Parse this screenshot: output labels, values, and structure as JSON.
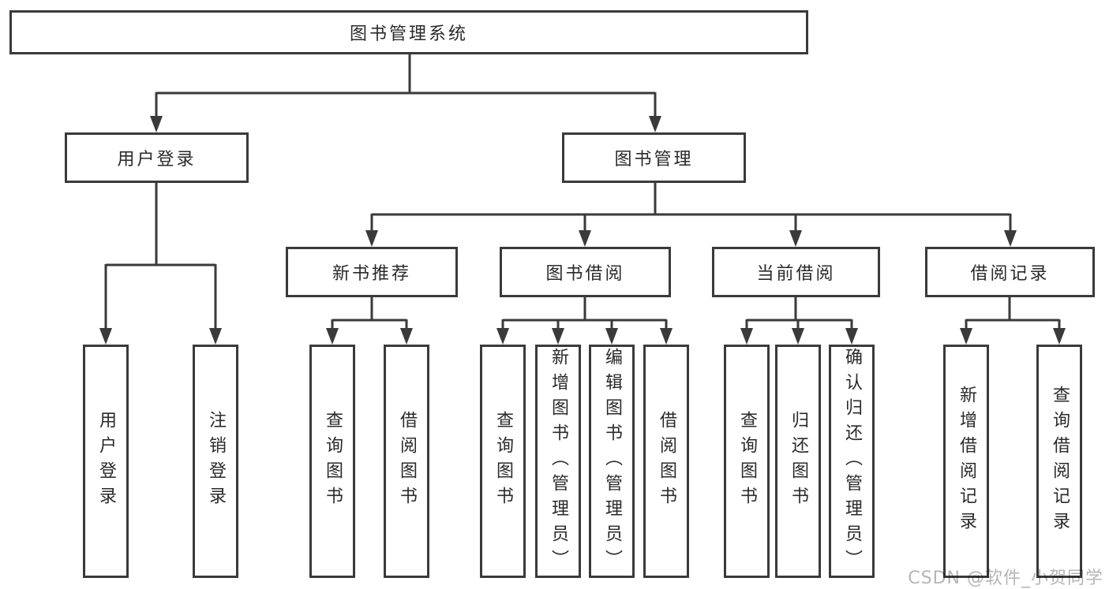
{
  "colors": {
    "line": "#3a3a3a",
    "text": "#2a2a2a",
    "watermark": "#b5b5b5",
    "background": "#ffffff"
  },
  "tree": {
    "root": {
      "label": "图书管理系统"
    },
    "user_branch": {
      "label": "用户登录",
      "children": [
        {
          "label": "用户登录"
        },
        {
          "label": "注销登录"
        }
      ]
    },
    "management_branch": {
      "label": "图书管理",
      "groups": [
        {
          "label": "新书推荐",
          "children": [
            {
              "label": "查询图书"
            },
            {
              "label": "借阅图书"
            }
          ]
        },
        {
          "label": "图书借阅",
          "children": [
            {
              "label": "查询图书"
            },
            {
              "label": "新增图书（管理员）"
            },
            {
              "label": "编辑图书（管理员）"
            },
            {
              "label": "借阅图书"
            }
          ]
        },
        {
          "label": "当前借阅",
          "children": [
            {
              "label": "查询图书"
            },
            {
              "label": "归还图书"
            },
            {
              "label": "确认归还（管理员）"
            }
          ]
        },
        {
          "label": "借阅记录",
          "children": [
            {
              "label": "新增借阅记录"
            },
            {
              "label": "查询借阅记录"
            }
          ]
        }
      ]
    }
  },
  "watermark": {
    "text": "CSDN @软件_小贺同学"
  }
}
